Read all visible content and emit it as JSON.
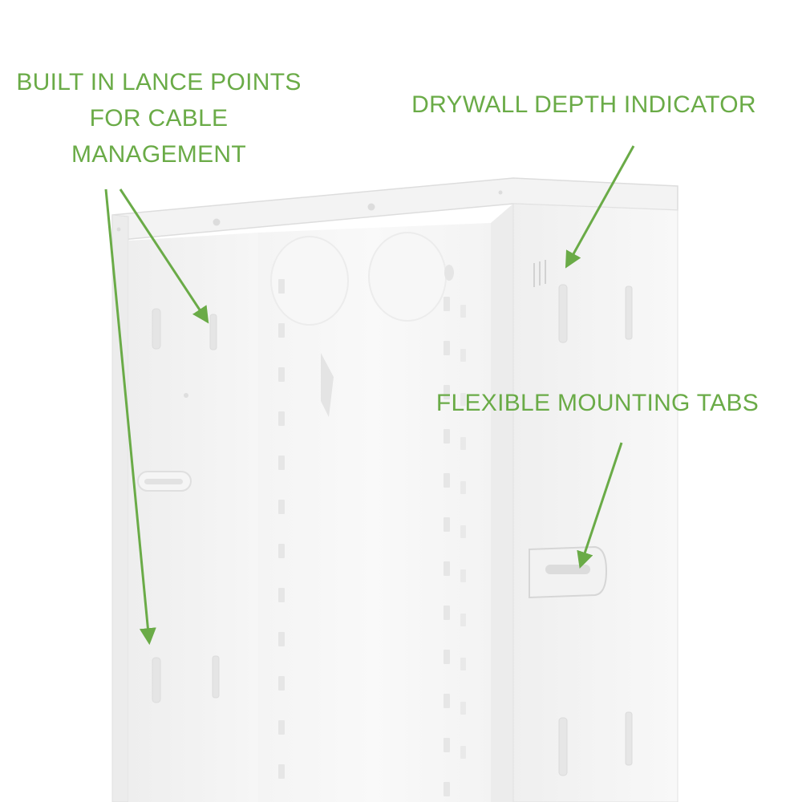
{
  "callouts": {
    "lance_points": {
      "lines": [
        "BUILT IN LANCE POINTS",
        "FOR CABLE",
        "MANAGEMENT"
      ]
    },
    "drywall_depth": {
      "label": "DRYWALL DEPTH INDICATOR"
    },
    "mounting_tabs": {
      "label": "FLEXIBLE MOUNTING TABS"
    }
  },
  "colors": {
    "callout_text": "#6aab47",
    "arrow": "#6aab47",
    "enclosure": "#f1f1f1",
    "enclosure_shadow": "#e2e2e2",
    "background": "#ffffff"
  },
  "icons": {
    "product": "structured-media-enclosure-icon"
  }
}
